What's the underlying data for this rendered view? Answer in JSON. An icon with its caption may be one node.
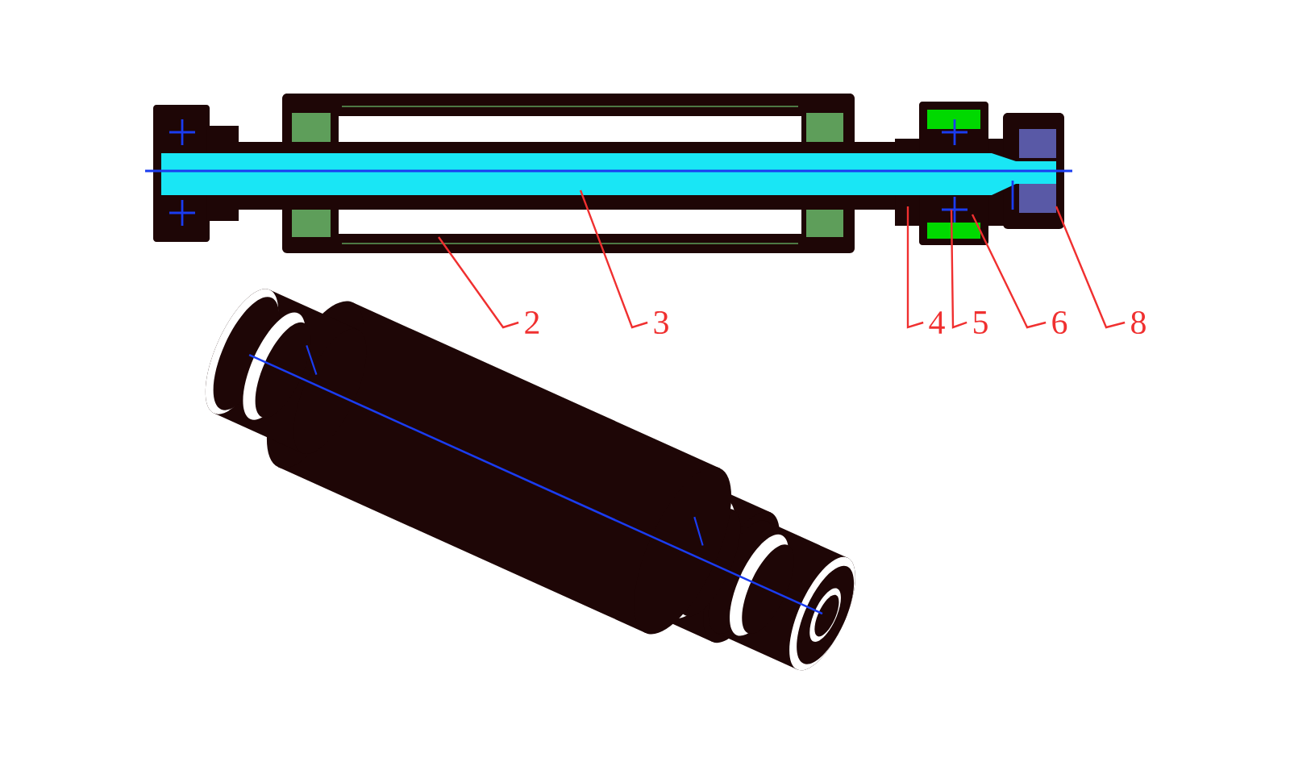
{
  "diagram": {
    "nodes": [
      {
        "text": [
          "2"
        ]
      },
      {
        "text": [
          "3"
        ]
      },
      {
        "text": [
          "4"
        ]
      },
      {
        "text": [
          "5"
        ]
      },
      {
        "text": [
          "6"
        ]
      },
      {
        "text": [
          "8"
        ]
      }
    ],
    "edges": [
      {
        "from": 0,
        "to": null,
        "arrow": "none"
      },
      {
        "from": 1,
        "to": null,
        "arrow": "none"
      },
      {
        "from": 2,
        "to": null,
        "arrow": "none"
      },
      {
        "from": 3,
        "to": null,
        "arrow": "none"
      },
      {
        "from": 4,
        "to": null,
        "arrow": "none"
      },
      {
        "from": 5,
        "to": null,
        "arrow": "none"
      }
    ]
  }
}
